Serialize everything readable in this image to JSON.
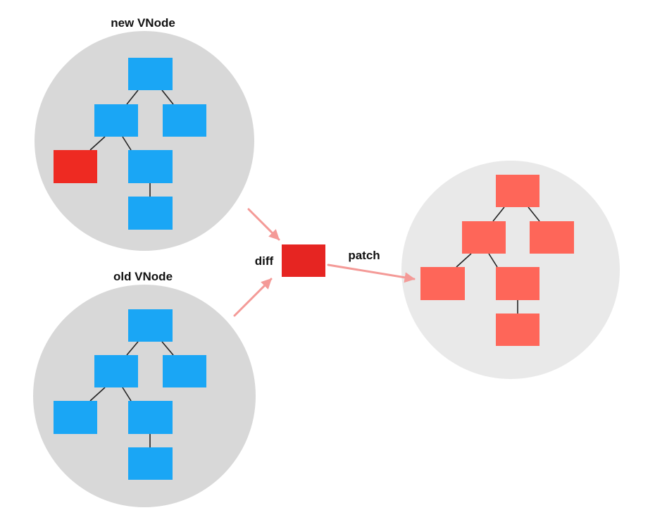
{
  "labels": {
    "new_vnode": "new VNode",
    "old_vnode": "old VNode",
    "diff": "diff",
    "patch": "patch"
  },
  "colors": {
    "circle_fill": "#d8d8d8",
    "patched_circle_fill": "#e9e9e9",
    "vnode_node": "#1aa6f5",
    "changed_node": "#ee2a22",
    "diff_box": "#e62522",
    "patched_node": "#fe6659",
    "arrow": "#f49a97",
    "edge": "#222222"
  }
}
